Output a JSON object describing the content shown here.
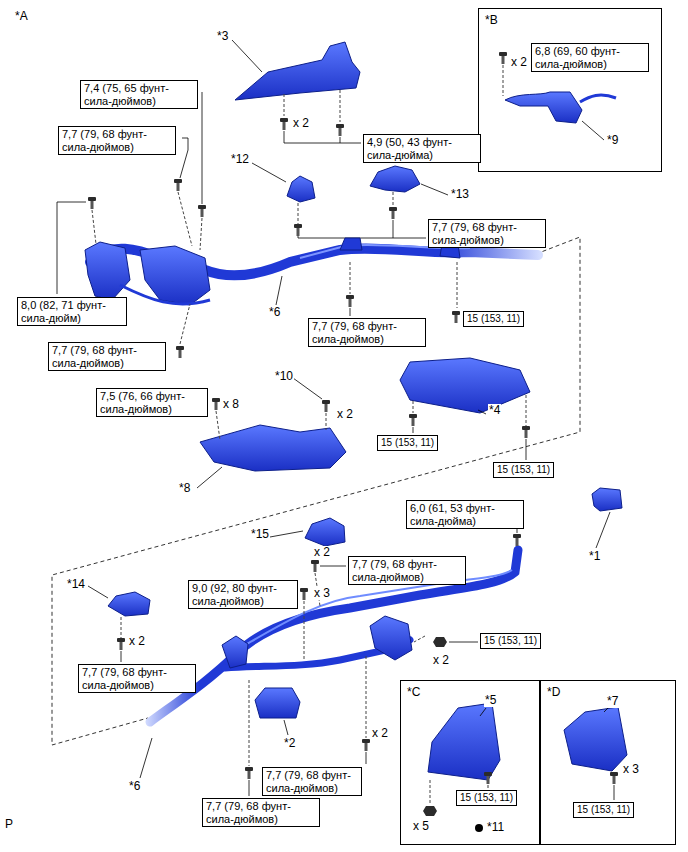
{
  "diagram": {
    "nodes": [
      {
        "text": [
          "*B"
        ]
      },
      {
        "text": [
          "6,8 (69, 60 фунт-сила-дюймов)"
        ],
        "in": 0
      },
      {
        "text": [
          "7,4 (75, 65 фунт-сила-дюймов)"
        ]
      },
      {
        "text": [
          "7,7 (79, 68 фунт-сила-дюймов)"
        ]
      },
      {
        "text": [
          "4,9 (50, 43 фунт-сила-дюйма)"
        ]
      },
      {
        "text": [
          "7,7 (79, 68 фунт-сила-дюймов)"
        ]
      },
      {
        "text": [
          "8,0 (82, 71 фунт-сила-дюйм)"
        ]
      },
      {
        "text": [
          "15 (153, 11)"
        ]
      },
      {
        "text": [
          "7,7 (79, 68 фунт-сила-дюймов)"
        ]
      },
      {
        "text": [
          "7,7 (79, 68 фунт-сила-дюймов)"
        ]
      },
      {
        "text": [
          "7,5 (76, 66 фунт-сила-дюймов)"
        ]
      },
      {
        "text": [
          "15 (153, 11)"
        ]
      },
      {
        "text": [
          "15 (153, 11)"
        ]
      },
      {
        "text": [
          "6,0 (61, 53 фунт-сила-дюйма)"
        ]
      },
      {
        "text": [
          "7,7 (79, 68 фунт-сила-дюймов)"
        ]
      },
      {
        "text": [
          "9,0 (92, 80 фунт-сила-дюймов)"
        ]
      },
      {
        "text": [
          "15 (153, 11)"
        ]
      },
      {
        "text": [
          "7,7 (79, 68 фунт-сила-дюймов)"
        ]
      },
      {
        "text": [
          "*C"
        ]
      },
      {
        "text": [
          "15 (153, 11)"
        ],
        "in": 18
      },
      {
        "text": [
          "*D"
        ]
      },
      {
        "text": [
          "15 (153, 11)"
        ],
        "in": 20
      },
      {
        "text": [
          "7,7 (79, 68 фунт-сила-дюймов)"
        ]
      },
      {
        "text": [
          "7,7 (79, 68 фунт-сила-дюймов)"
        ]
      }
    ],
    "labels": [
      "*A",
      "*3",
      "x 2",
      "x 2",
      "*9",
      "*12",
      "*13",
      "*6",
      "*10",
      "x 8",
      "x 2",
      "*4",
      "*8",
      "*15",
      "x 2",
      "*1",
      "*14",
      "x 3",
      "x 2",
      "x 2",
      "*5",
      "*7",
      "x 2",
      "*2",
      "x 3",
      "*6",
      "x 5",
      "*11",
      "P"
    ]
  }
}
